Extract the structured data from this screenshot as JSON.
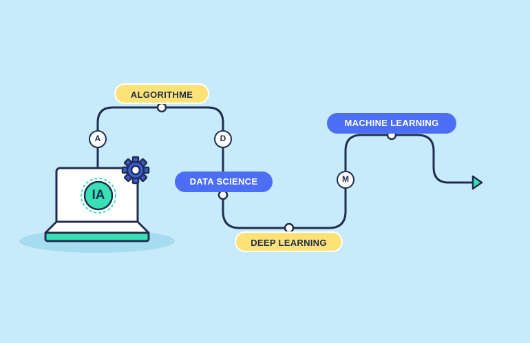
{
  "laptop": {
    "screen_label": "IA"
  },
  "steps": [
    {
      "badge": "A",
      "label": "ALGORITHME"
    },
    {
      "badge": "D",
      "label": "DATA SCIENCE"
    },
    {
      "label": "DEEP LEARNING"
    },
    {
      "badge": "M",
      "label": "MACHINE LEARNING"
    }
  ],
  "colors": {
    "background": "#c8ebfb",
    "path": "#1f2d4e",
    "yellow_pill": "#fde277",
    "blue_pill": "#4b6ef5",
    "accent_teal": "#38e0b4",
    "gear": "#3d5bd9"
  },
  "icons": [
    "laptop-icon",
    "gear-icon",
    "play-arrow-icon"
  ]
}
